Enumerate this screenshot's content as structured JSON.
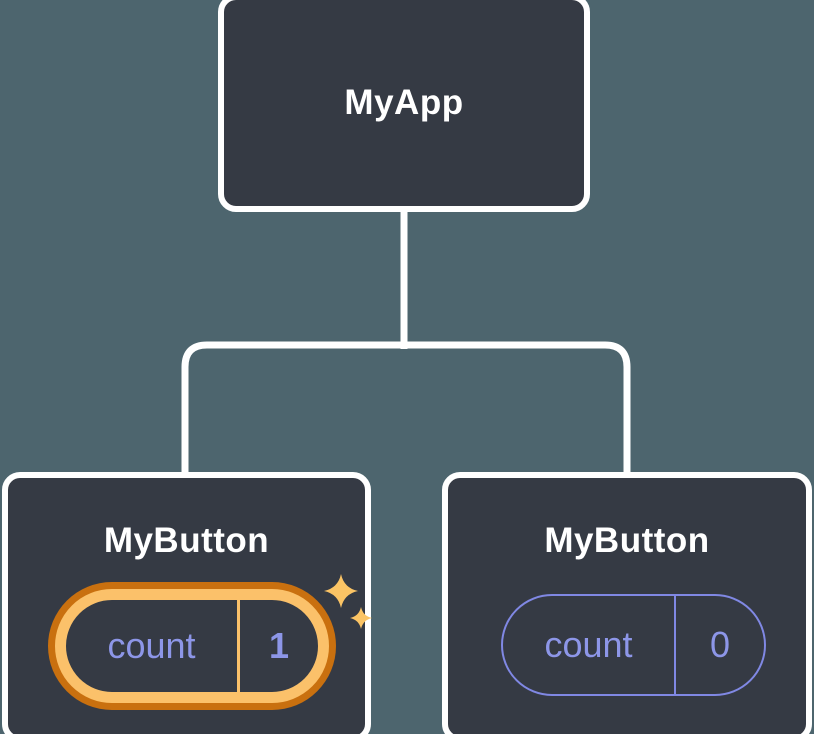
{
  "diagram": {
    "description": "React component tree with state pills",
    "colors": {
      "background": "#4D656E",
      "node_fill": "#353A44",
      "node_border": "#FFFFFF",
      "label_text": "#FFFFFF",
      "state_text": "#8D96E8",
      "pill_border": "#8088E4",
      "highlight_inner": "#FBC16A",
      "highlight_outer": "#C9700F",
      "sparkle": "#FBC465",
      "connector": "#FFFFFF"
    },
    "root": {
      "label": "MyApp"
    },
    "children": [
      {
        "label": "MyButton",
        "state": {
          "key": "count",
          "value": "1"
        },
        "highlighted": true
      },
      {
        "label": "MyButton",
        "state": {
          "key": "count",
          "value": "0"
        },
        "highlighted": false
      }
    ]
  }
}
